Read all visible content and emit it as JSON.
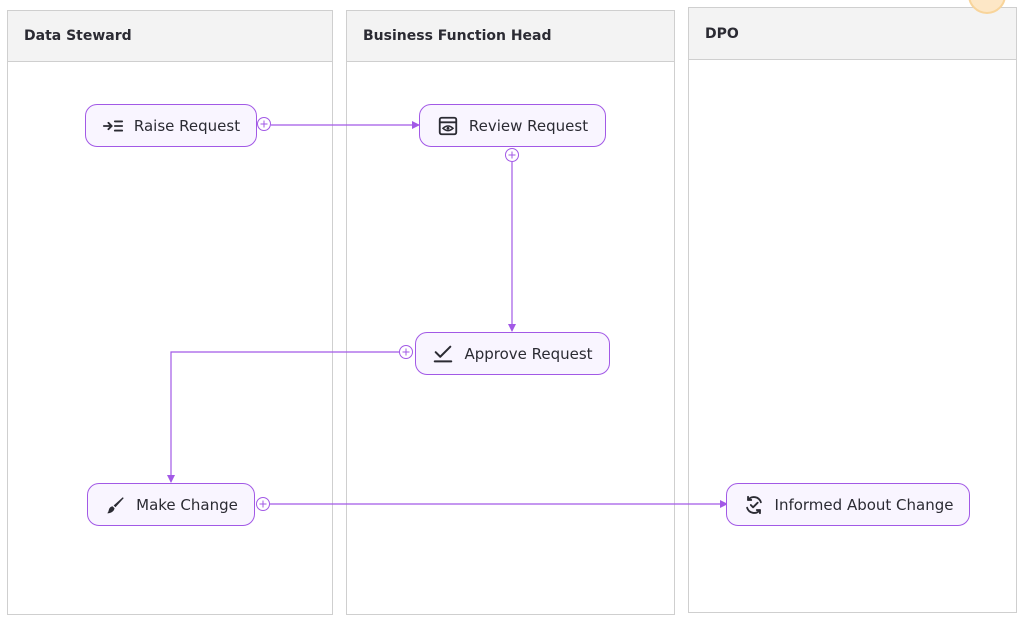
{
  "lanes": [
    {
      "title": "Data Steward"
    },
    {
      "title": "Business Function Head"
    },
    {
      "title": "DPO"
    }
  ],
  "nodes": {
    "raise": {
      "label": "Raise Request",
      "icon": "indent-list-icon"
    },
    "review": {
      "label": "Review Request",
      "icon": "eye-window-icon"
    },
    "approve": {
      "label": "Approve Request",
      "icon": "check-underline-icon"
    },
    "make": {
      "label": "Make Change",
      "icon": "paintbrush-icon"
    },
    "informed": {
      "label": "Informed About Change",
      "icon": "sync-check-icon"
    }
  },
  "colors": {
    "accent": "#a259e6",
    "node_fill": "#f9f5ff",
    "lane_header": "#f3f3f3"
  }
}
